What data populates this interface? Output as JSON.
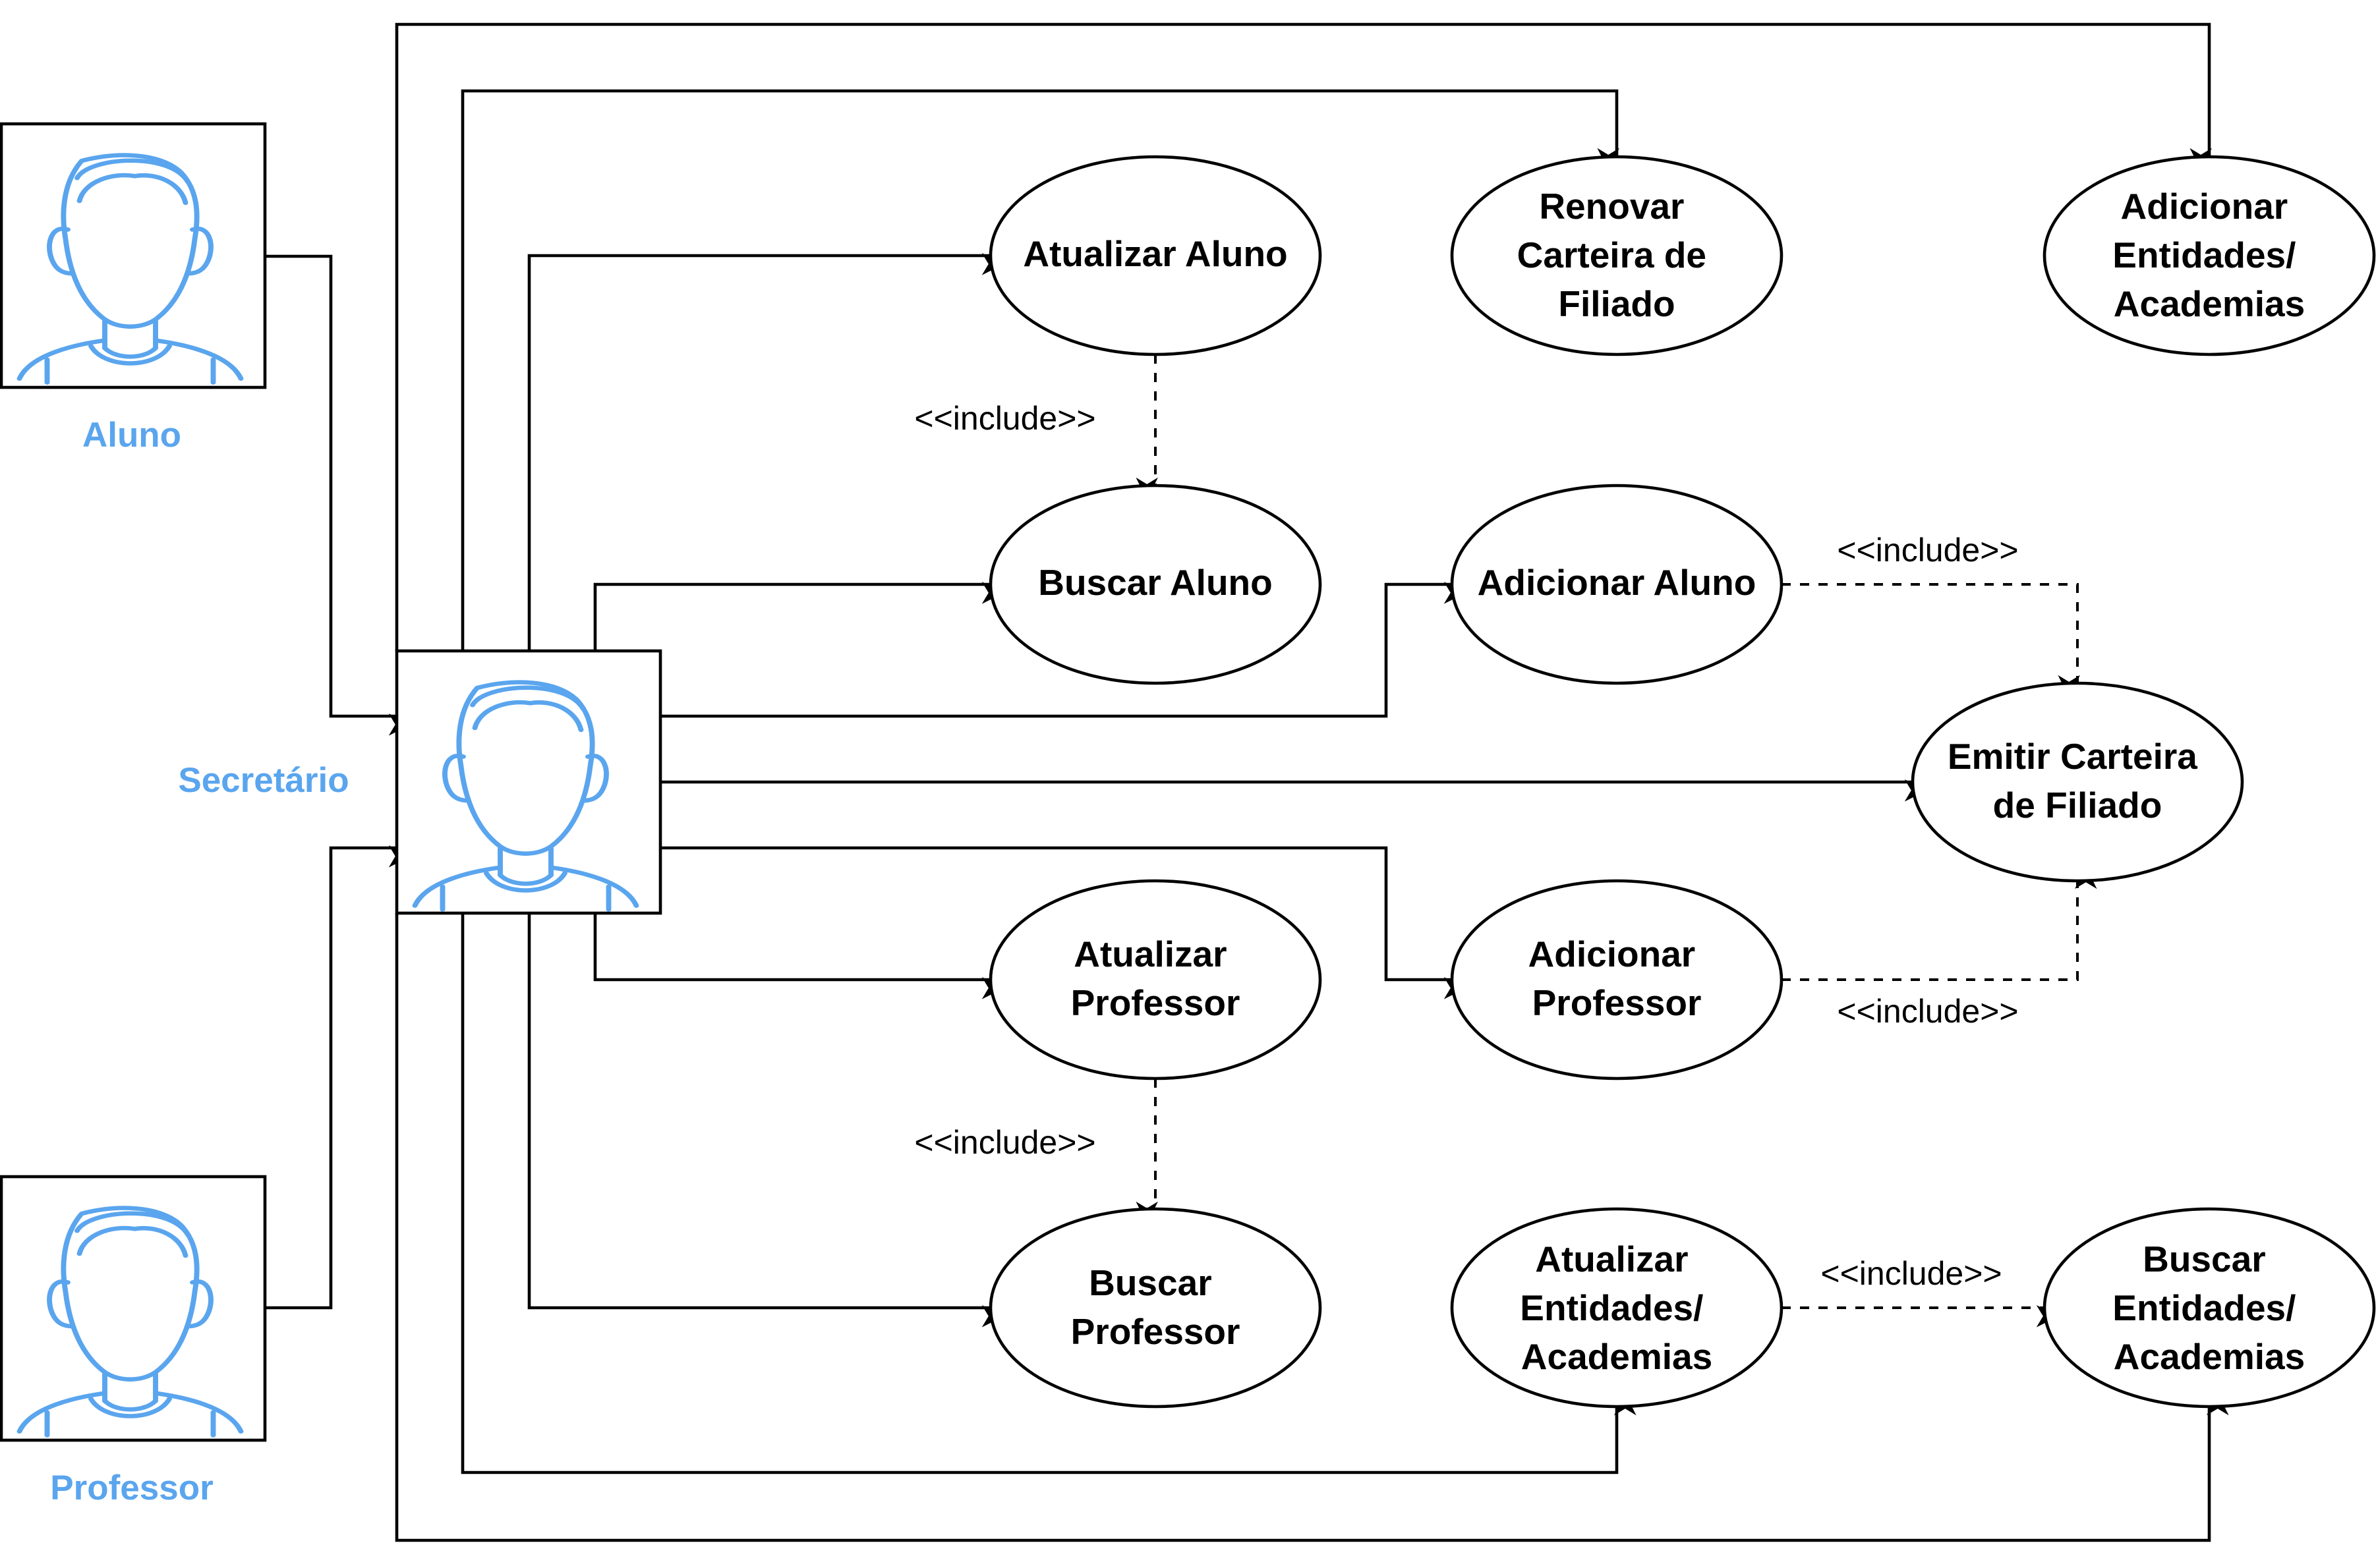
{
  "colors": {
    "actor": "#5AA5EE",
    "line": "#000000",
    "background": "#ffffff"
  },
  "actors": {
    "aluno": {
      "label": "Aluno",
      "icon": "person-icon"
    },
    "secretario": {
      "label": "Secretário",
      "icon": "person-icon"
    },
    "professor": {
      "label": "Professor",
      "icon": "person-icon"
    }
  },
  "use_cases": {
    "atualizar_aluno": [
      "Atualizar Aluno"
    ],
    "renovar_carteira": [
      "Renovar",
      "Carteira de",
      "Filiado"
    ],
    "adicionar_entidades": [
      "Adicionar",
      "Entidades/",
      "Academias"
    ],
    "buscar_aluno": [
      "Buscar Aluno"
    ],
    "adicionar_aluno": [
      "Adicionar Aluno"
    ],
    "emitir_carteira": [
      "Emitir Carteira",
      "de Filiado"
    ],
    "atualizar_professor": [
      "Atualizar",
      "Professor"
    ],
    "adicionar_professor": [
      "Adicionar",
      "Professor"
    ],
    "buscar_professor": [
      "Buscar",
      "Professor"
    ],
    "atualizar_entidades": [
      "Atualizar",
      "Entidades/",
      "Academias"
    ],
    "buscar_entidades": [
      "Buscar",
      "Entidades/",
      "Academias"
    ]
  },
  "relationships": {
    "include_atualizar_aluno_buscar_aluno": "<<include>>",
    "include_adicionar_aluno_emitir": "<<include>>",
    "include_adicionar_professor_emitir": "<<include>>",
    "include_atualizar_professor_buscar_professor": "<<include>>",
    "include_atualizar_entidades_buscar_entidades": "<<include>>"
  }
}
